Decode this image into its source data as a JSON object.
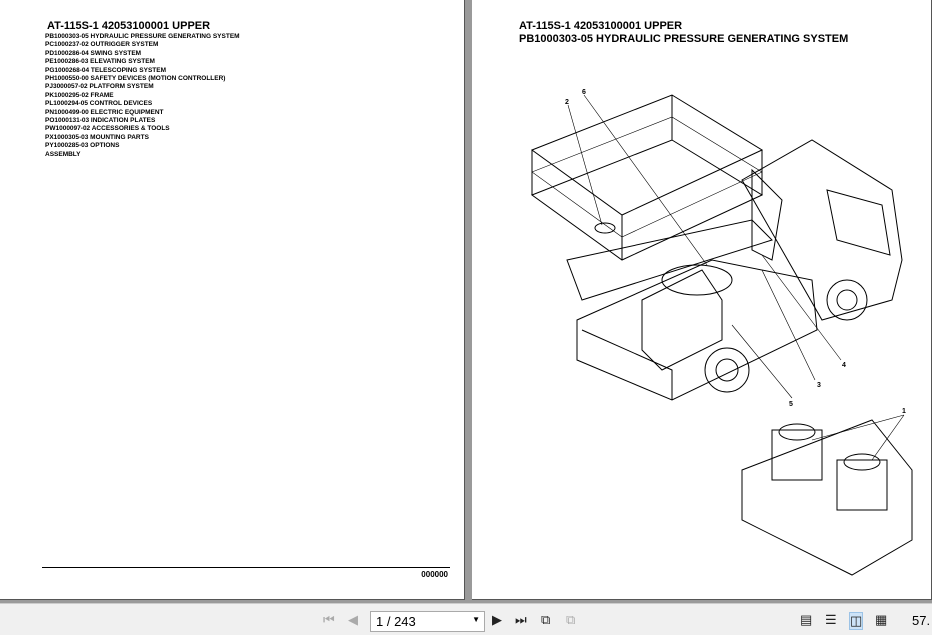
{
  "left_page": {
    "title": "AT-115S-1 42053100001 UPPER",
    "items": [
      "PB1000303-05 HYDRAULIC PRESSURE GENERATING SYSTEM",
      "PC1000237-02 OUTRIGGER SYSTEM",
      "PD1000286-04 SWING SYSTEM",
      "PE1000286-03 ELEVATING SYSTEM",
      "PG1000268-04 TELESCOPING SYSTEM",
      "PH1000550-00 SAFETY DEVICES (MOTION CONTROLLER)",
      "PJ3000057-02 PLATFORM SYSTEM",
      "PK1000295-02 FRAME",
      "PL1000294-05 CONTROL DEVICES",
      "PN1000499-00 ELECTRIC EQUIPMENT",
      "PO1000131-03 INDICATION PLATES",
      "PW1000097-02 ACCESSORIES & TOOLS",
      "PX1000305-03 MOUNTING PARTS",
      "PY1000285-03 OPTIONS",
      "ASSEMBLY"
    ],
    "page_code": "000000"
  },
  "right_page": {
    "title1": "AT-115S-1 42053100001 UPPER",
    "title2": "PB1000303-05 HYDRAULIC PRESSURE GENERATING SYSTEM",
    "callouts": [
      "1",
      "2",
      "3",
      "4",
      "5",
      "6"
    ]
  },
  "toolbar": {
    "page_value": "1 / 243",
    "zoom": "57.",
    "icons": [
      "first-page",
      "previous-page",
      "next-page",
      "last-page",
      "previous-view",
      "next-view",
      "single-page",
      "continuous",
      "facing",
      "continuous-facing"
    ]
  }
}
